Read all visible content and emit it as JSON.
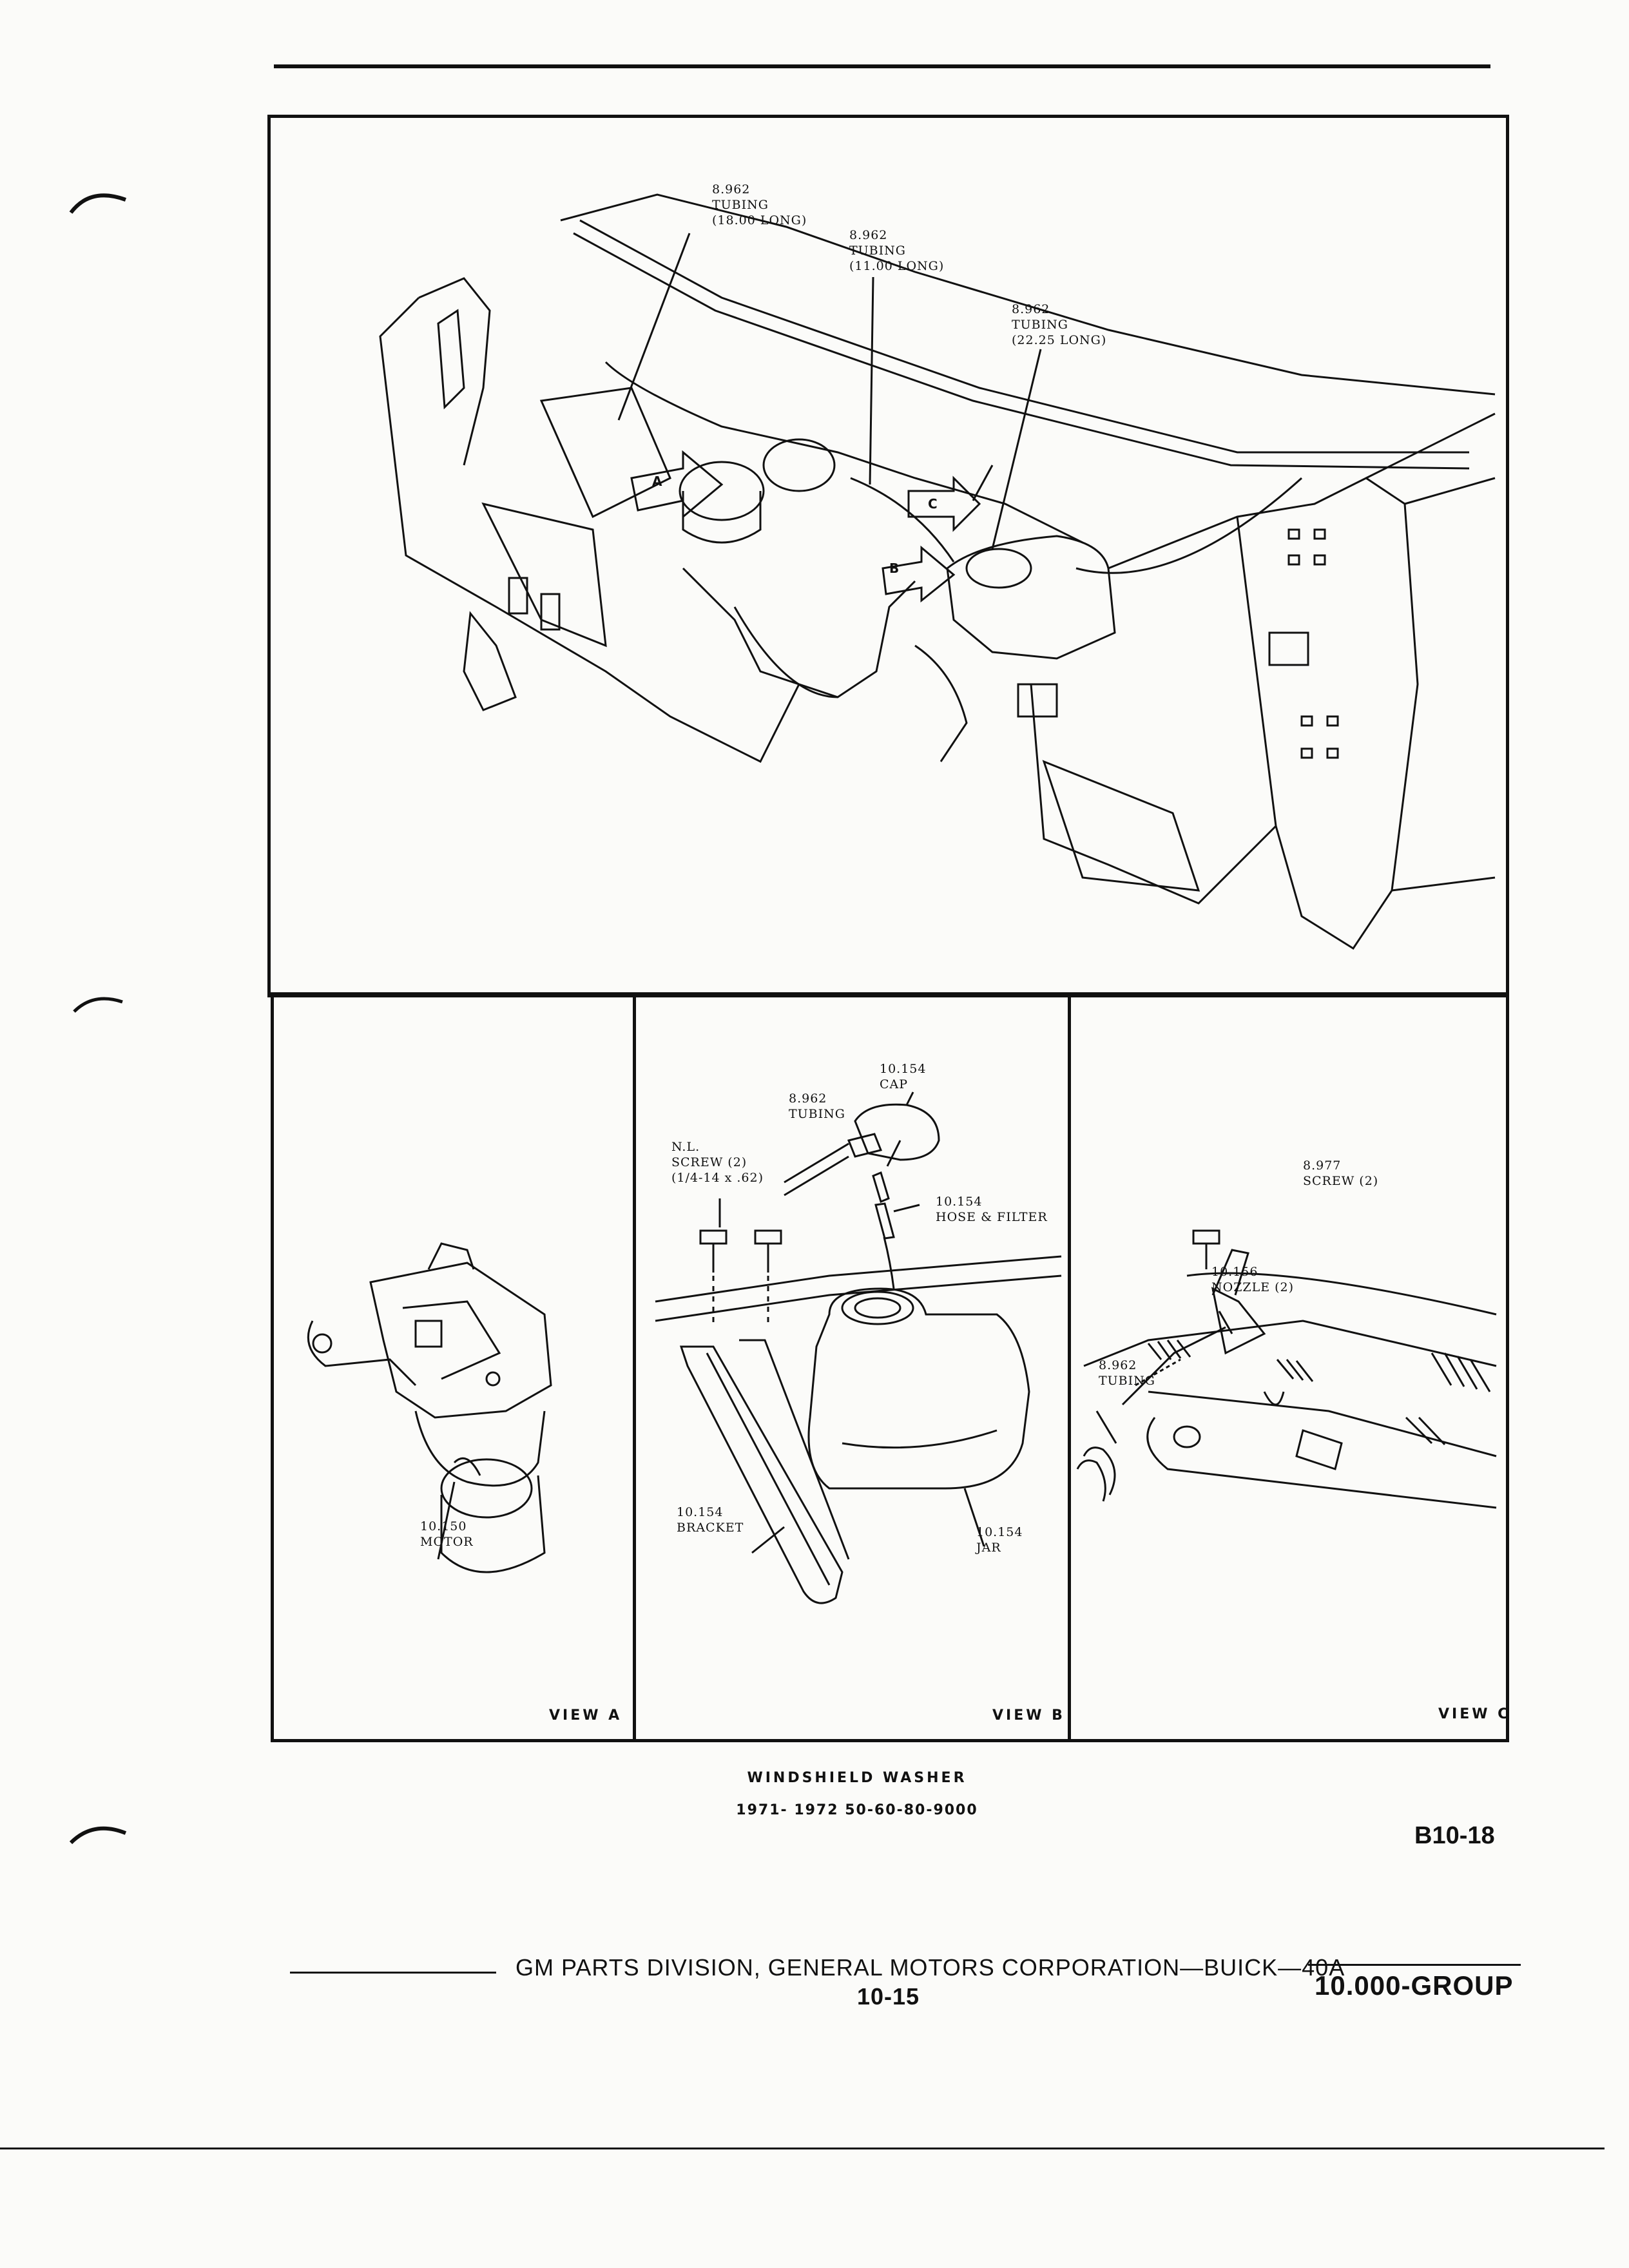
{
  "main_diagram": {
    "callouts": [
      {
        "id": "t1",
        "text": "8.962\nTUBING\n(18.00 LONG)"
      },
      {
        "id": "t2",
        "text": "8.962\nTUBING\n(11.00 LONG)"
      },
      {
        "id": "t3",
        "text": "8.962\nTUBING\n(22.25 LONG)"
      }
    ],
    "arrows": [
      "A",
      "B",
      "C"
    ]
  },
  "view_a": {
    "callouts": [
      {
        "id": "motor",
        "text": "10.150\nMOTOR"
      }
    ],
    "label": "VIEW A"
  },
  "view_b": {
    "callouts": [
      {
        "id": "cap",
        "text": "10.154\nCAP"
      },
      {
        "id": "tubing",
        "text": "8.962\nTUBING"
      },
      {
        "id": "screw",
        "text": "N.L.\nSCREW (2)\n(1/4-14 x .62)"
      },
      {
        "id": "hose",
        "text": "10.154\nHOSE & FILTER"
      },
      {
        "id": "bracket",
        "text": "10.154\nBRACKET"
      },
      {
        "id": "jar",
        "text": "10.154\nJAR"
      }
    ],
    "label": "VIEW B"
  },
  "view_c": {
    "callouts": [
      {
        "id": "screw",
        "text": "8.977\nSCREW (2)"
      },
      {
        "id": "nozzle",
        "text": "10.156\nNOZZLE (2)"
      },
      {
        "id": "tubing",
        "text": "8.962\nTUBING"
      }
    ],
    "label": "VIEW C"
  },
  "caption": {
    "title": "WINDSHIELD WASHER",
    "subtitle": "1971- 1972 50-60-80-9000"
  },
  "figure_number": "B10-18",
  "footer": {
    "publisher": "GM PARTS DIVISION, GENERAL MOTORS CORPORATION—BUICK—40A",
    "page": "10-15",
    "group": "10.000-GROUP"
  }
}
